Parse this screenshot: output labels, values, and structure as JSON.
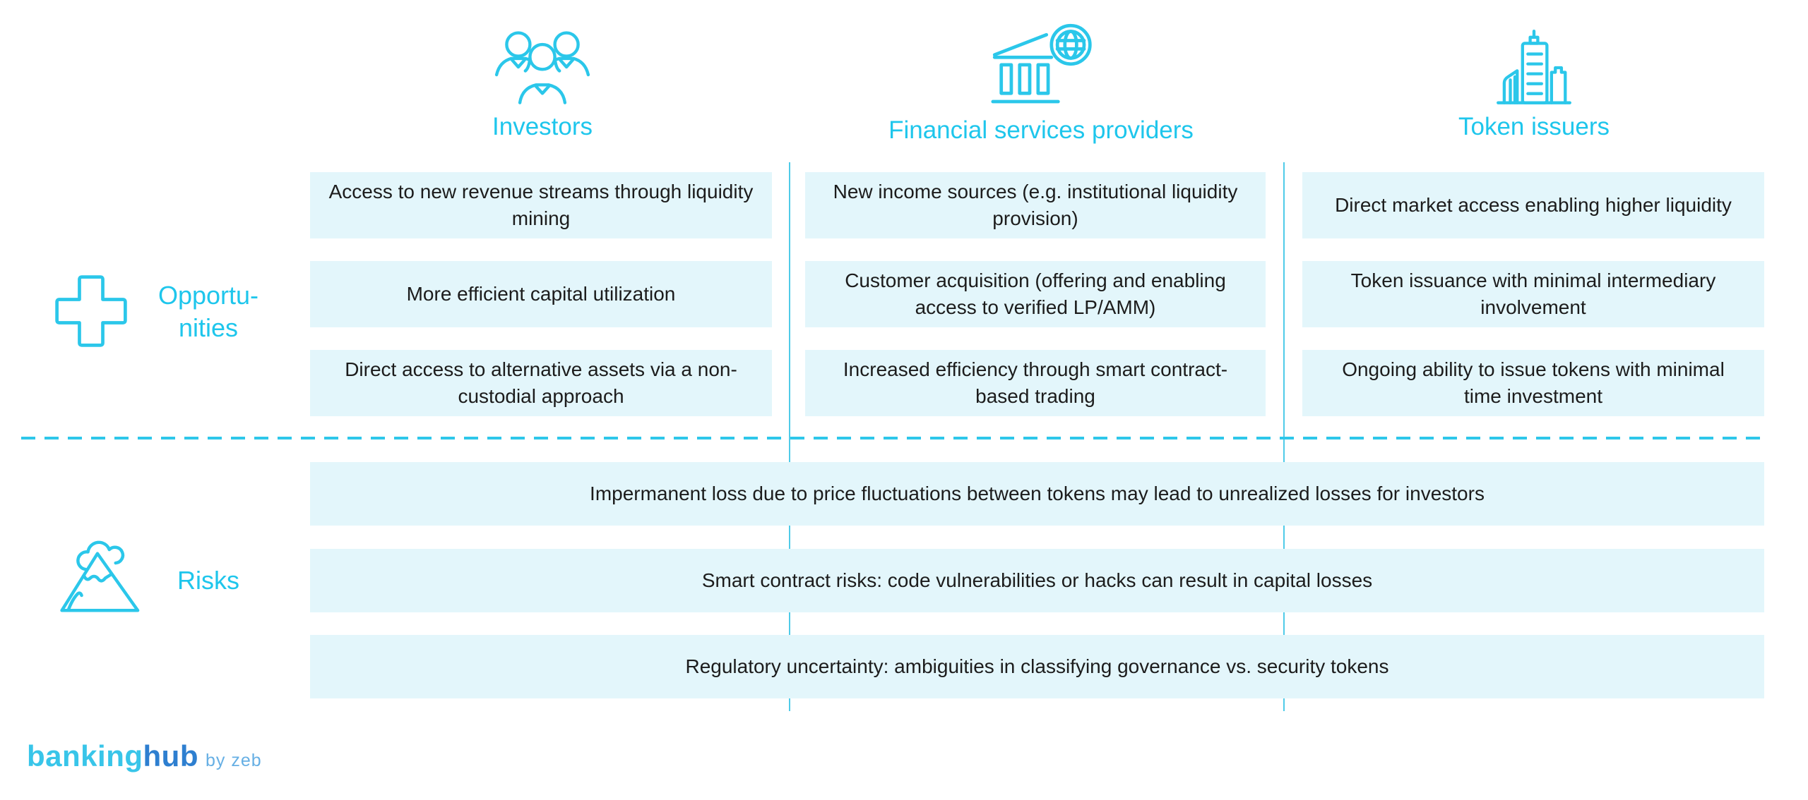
{
  "diagram": {
    "title_hidden": "",
    "columns": [
      {
        "label": "Investors",
        "icon": "people-group-icon",
        "opportunities": [
          "Access to new revenue streams through liquidity mining",
          "More efficient capital utilization",
          "Direct access to alternative assets via a non-custodial approach"
        ]
      },
      {
        "label": "Financial services providers",
        "icon": "bank-globe-icon",
        "opportunities": [
          "New income sources (e.g. institutional liquidity provision)",
          "Customer acquisition (offering and enabling access to verified LP/AMM)",
          "Increased efficiency through smart contract-based trading"
        ]
      },
      {
        "label": "Token issuers",
        "icon": "city-buildings-icon",
        "opportunities": [
          "Direct market access enabling higher liquidity",
          "Token issuance with minimal intermediary involvement",
          "Ongoing ability to issue tokens with minimal time investment"
        ]
      }
    ],
    "opportunities_group": {
      "icon": "plus-icon",
      "label_line1": "Opportu-",
      "label_line2": "nities"
    },
    "risks_group": {
      "icon": "mountain-cloud-icon",
      "label": "Risks",
      "rows": [
        "Impermanent loss due to price fluctuations between tokens may lead to unrealized losses for investors",
        "Smart contract risks: code vulnerabilities or hacks can result in capital losses",
        "Regulatory uncertainty: ambiguities in classifying governance vs. security tokens"
      ]
    },
    "logo": {
      "word1": "banking",
      "word2": "hub",
      "byline": "by zeb"
    },
    "colors": {
      "accent_cyan": "#2bc7ea",
      "header_text": "#1ec6ec",
      "cell_background": "#e3f6fb",
      "cell_text": "#1c1c1c",
      "separator_line": "#4fcbe8",
      "logo_banking": "#38c5e9",
      "logo_hub": "#2e7fd0",
      "logo_byline": "#66afe4"
    }
  }
}
